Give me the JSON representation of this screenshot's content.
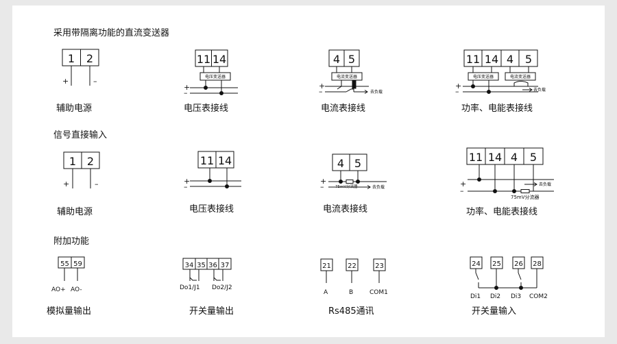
{
  "sections": {
    "isolated": "采用带隔离功能的直流变送器",
    "direct": "信号直接输入",
    "extra": "附加功能"
  },
  "row1": {
    "power": {
      "t1": "1",
      "t2": "2",
      "plus": "+",
      "minus": "–",
      "caption": "辅助电源"
    },
    "voltage": {
      "t1": "11",
      "t2": "14",
      "module": "电压变送器",
      "plus": "+",
      "minus": "–",
      "caption": "电压表接线"
    },
    "current": {
      "t1": "4",
      "t2": "5",
      "module": "电流变送器",
      "load": "去负载",
      "plus": "+",
      "minus": "–",
      "caption": "电流表接线"
    },
    "powermeter": {
      "t1": "11",
      "t2": "14",
      "t3": "4",
      "t4": "5",
      "module1": "电压变送器",
      "module2": "电流变送器",
      "load": "去负载",
      "plus": "+",
      "minus": "–",
      "caption": "功率、电能表接线"
    }
  },
  "row2": {
    "power": {
      "t1": "1",
      "t2": "2",
      "plus": "+",
      "minus": "–",
      "caption": "辅助电源"
    },
    "voltage": {
      "t1": "11",
      "t2": "14",
      "plus": "+",
      "minus": "–",
      "caption": "电压表接线"
    },
    "current": {
      "t1": "4",
      "t2": "5",
      "shunt": "75mV分流器",
      "load": "去负载",
      "plus": "+",
      "minus": "–",
      "caption": "电流表接线"
    },
    "powermeter": {
      "t1": "11",
      "t2": "14",
      "t3": "4",
      "t4": "5",
      "shunt": "75mV分流器",
      "load": "去负载",
      "plus": "+",
      "minus": "–",
      "caption": "功率、电能表接线"
    }
  },
  "row3": {
    "analog": {
      "t1": "55",
      "t2": "59",
      "l1": "AO+",
      "l2": "AO-",
      "caption": "模拟量输出"
    },
    "relay": {
      "t1": "34",
      "t2": "35",
      "t3": "36",
      "t4": "37",
      "l1": "Do1/J1",
      "l2": "Do2/J2",
      "caption": "开关量输出"
    },
    "rs485": {
      "t1": "21",
      "t2": "22",
      "t3": "23",
      "l1": "A",
      "l2": "B",
      "l3": "COM1",
      "caption": "Rs485通讯"
    },
    "digital": {
      "t1": "24",
      "t2": "25",
      "t3": "26",
      "t4": "28",
      "l1": "Di1",
      "l2": "Di2",
      "l3": "Di3",
      "l4": "COM2",
      "caption": "开关量输入"
    }
  }
}
